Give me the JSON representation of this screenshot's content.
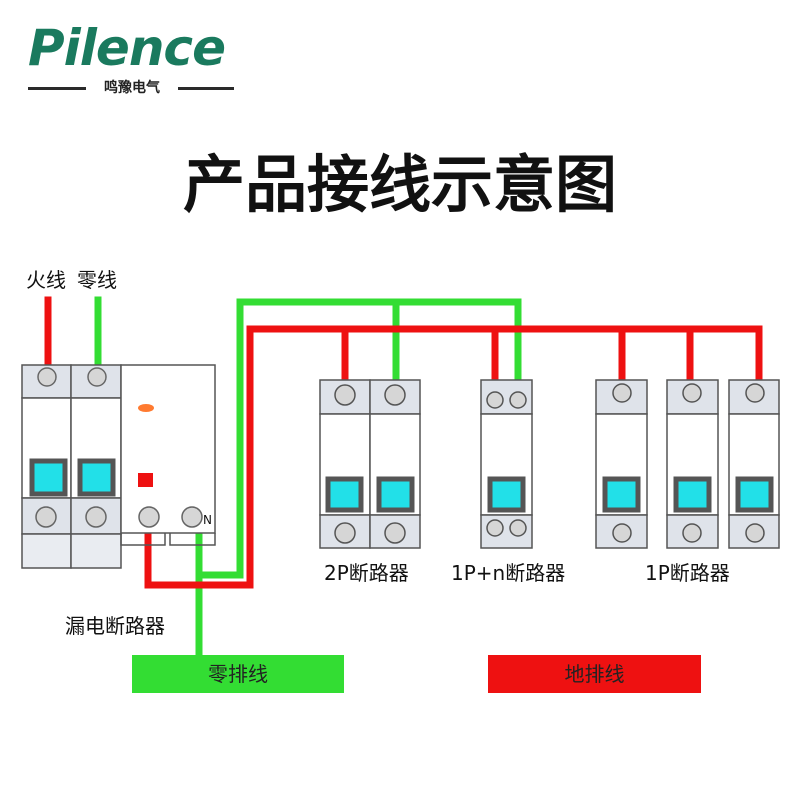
{
  "logo": {
    "brand": "Pilence",
    "subtitle": "鸣豫电气",
    "brand_color": "#1a7a5e"
  },
  "title": "产品接线示意图",
  "labels": {
    "live_wire": "火线",
    "neutral_wire": "零线",
    "n_terminal": "N",
    "rcbo": "漏电断路器",
    "breaker_2p": "2P断路器",
    "breaker_1pn": "1P+n断路器",
    "breaker_1p": "1P断路器"
  },
  "busbars": {
    "neutral": {
      "label": "零排线",
      "color": "#33dd33"
    },
    "earth": {
      "label": "地排线",
      "color": "#ee1111"
    }
  },
  "colors": {
    "live": "#ee1111",
    "neutral": "#33dd33",
    "handle": "#22e0e8",
    "handle_frame": "#555555",
    "terminal_bg": "#dfe3ea",
    "indicator": "#ff7a30"
  }
}
